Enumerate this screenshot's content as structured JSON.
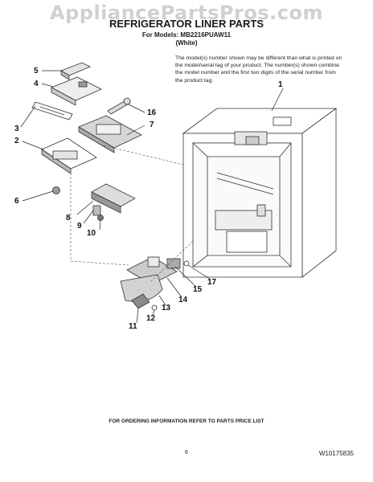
{
  "watermark": "AppliancePartsPros.com",
  "header": {
    "title": "REFRIGERATOR LINER PARTS",
    "models_line": "For Models: MB2216PUAW11",
    "color_line": "(White)"
  },
  "note": "The model(s) number shown may be different than what is printed on the model/serial tag of your product. The number(s) shown combine the model number and the first two digits of the serial number from the product tag.",
  "part_labels": [
    "1",
    "2",
    "3",
    "4",
    "5",
    "6",
    "7",
    "8",
    "9",
    "10",
    "11",
    "12",
    "13",
    "14",
    "15",
    "16",
    "17"
  ],
  "footer": {
    "ordering_info": "FOR ORDERING INFORMATION REFER TO PARTS PRICE LIST",
    "page_number": "6",
    "doc_code": "W10175835"
  }
}
